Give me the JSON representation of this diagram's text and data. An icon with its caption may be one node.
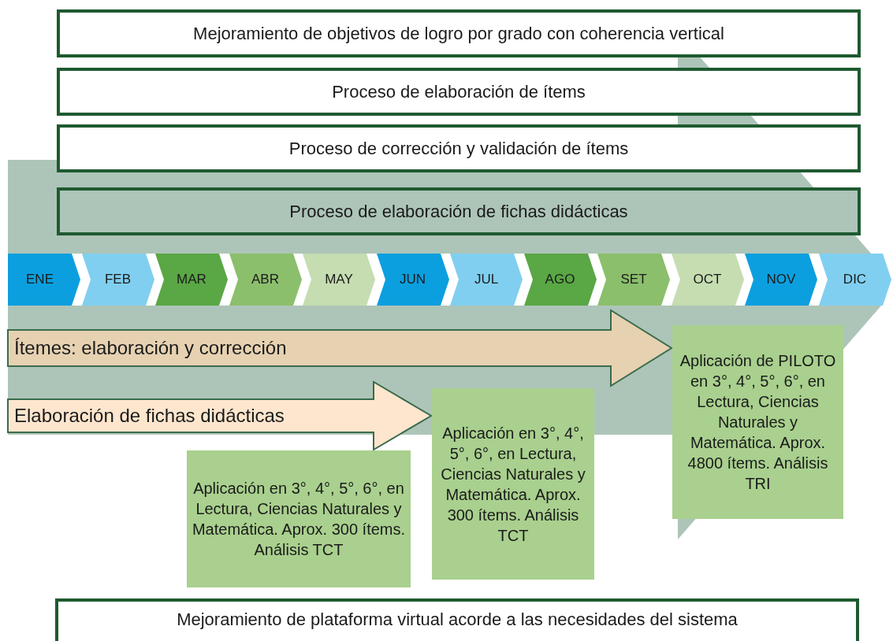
{
  "diagram": {
    "nodes": [
      {
        "text": [
          "Mejoramiento de objetivos de logro por grado con coherencia vertical"
        ]
      },
      {
        "text": [
          "Proceso de elaboración de ítems"
        ]
      },
      {
        "text": [
          "Proceso de corrección y validación de ítems"
        ]
      },
      {
        "text": [
          "Proceso de elaboración de fichas didácticas"
        ]
      },
      {
        "text": [
          "ENE"
        ]
      },
      {
        "text": [
          "FEB"
        ]
      },
      {
        "text": [
          "MAR"
        ]
      },
      {
        "text": [
          "ABR"
        ]
      },
      {
        "text": [
          "MAY"
        ]
      },
      {
        "text": [
          "JUN"
        ]
      },
      {
        "text": [
          "JUL"
        ]
      },
      {
        "text": [
          "AGO"
        ]
      },
      {
        "text": [
          "SET"
        ]
      },
      {
        "text": [
          "OCT"
        ]
      },
      {
        "text": [
          "NOV"
        ]
      },
      {
        "text": [
          "DIC"
        ]
      },
      {
        "text": [
          "Aplicación de PILOTO en 3°, 4°, 5°, 6°, en Lectura, Ciencias Naturales y Matemática. Aprox. 4800 ítems. Análisis TRI"
        ]
      },
      {
        "text": [
          "Aplicación en 3°, 4°, 5°, 6°, en Lectura, Ciencias Naturales y Matemática. Aprox. 300 ítems. Análisis TCT"
        ]
      },
      {
        "text": [
          "Aplicación en 3°, 4°, 5°, 6°, en Lectura, Ciencias Naturales y Matemática. Aprox. 300 ítems. Análisis TCT"
        ]
      },
      {
        "text": [
          "Mejoramiento de plataforma virtual acorde a las necesidades del sistema"
        ]
      }
    ],
    "edges": [
      {
        "from": 4,
        "to": 15,
        "arrow": "to",
        "style": "thick",
        "color": "#adc5b8"
      },
      {
        "from": null,
        "to": 16,
        "arrow": "to",
        "label": "Ítemes: elaboración y corrección",
        "style": "thick",
        "color": "#e6d1b1"
      },
      {
        "from": null,
        "to": 17,
        "arrow": "to",
        "label": "Elaboración de fichas didácticas",
        "style": "thick",
        "color": "#fde6cd"
      }
    ]
  }
}
